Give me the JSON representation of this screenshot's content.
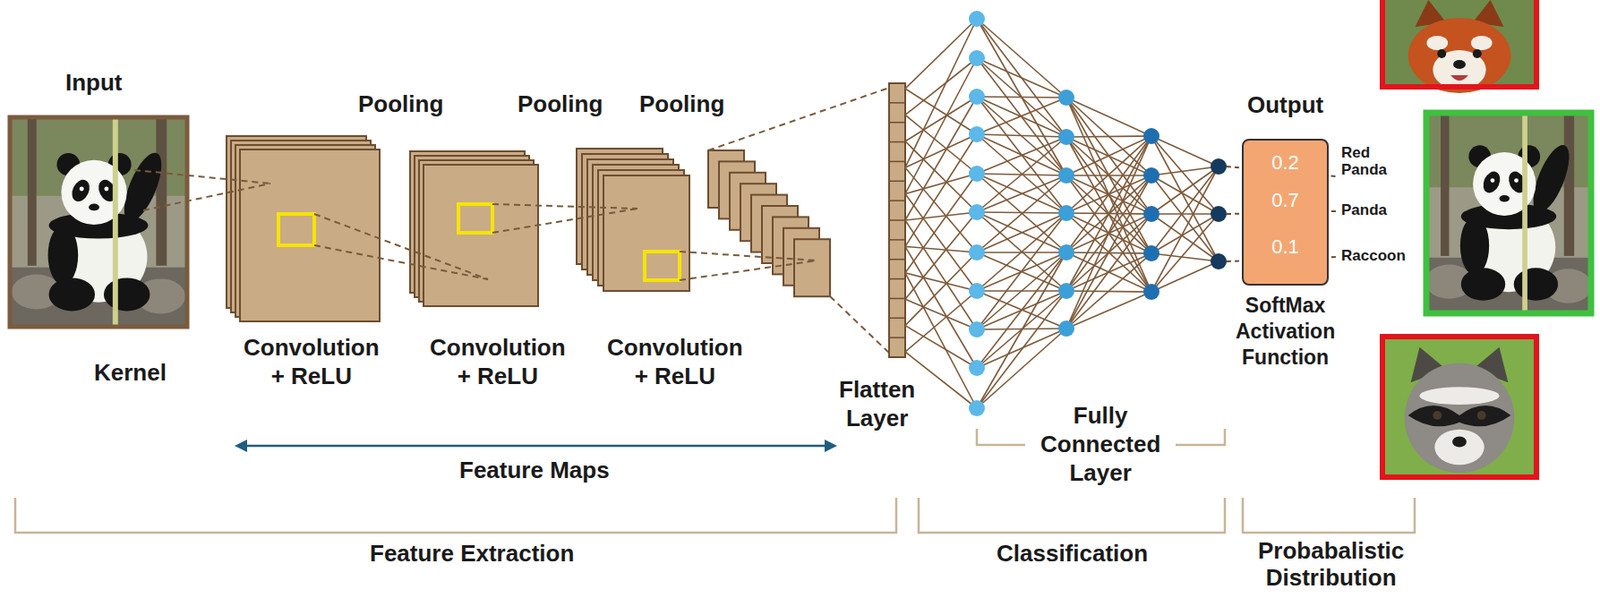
{
  "diagram": {
    "nodes": [
      {
        "text": [
          "0.2",
          "0.7",
          "0.1"
        ]
      }
    ],
    "labels": [
      "Input",
      "Kernel",
      "Pooling",
      "Pooling",
      "Pooling",
      "Convolution + ReLU",
      "Convolution + ReLU",
      "Convolution + ReLU",
      "Feature Maps",
      "Flatten Layer",
      "Fully Connected Layer",
      "Output",
      "Red Panda",
      "Panda",
      "Raccoon",
      "SoftMax Activation Function",
      "Feature Extraction",
      "Classification",
      "Probabalistic Distribution"
    ]
  }
}
